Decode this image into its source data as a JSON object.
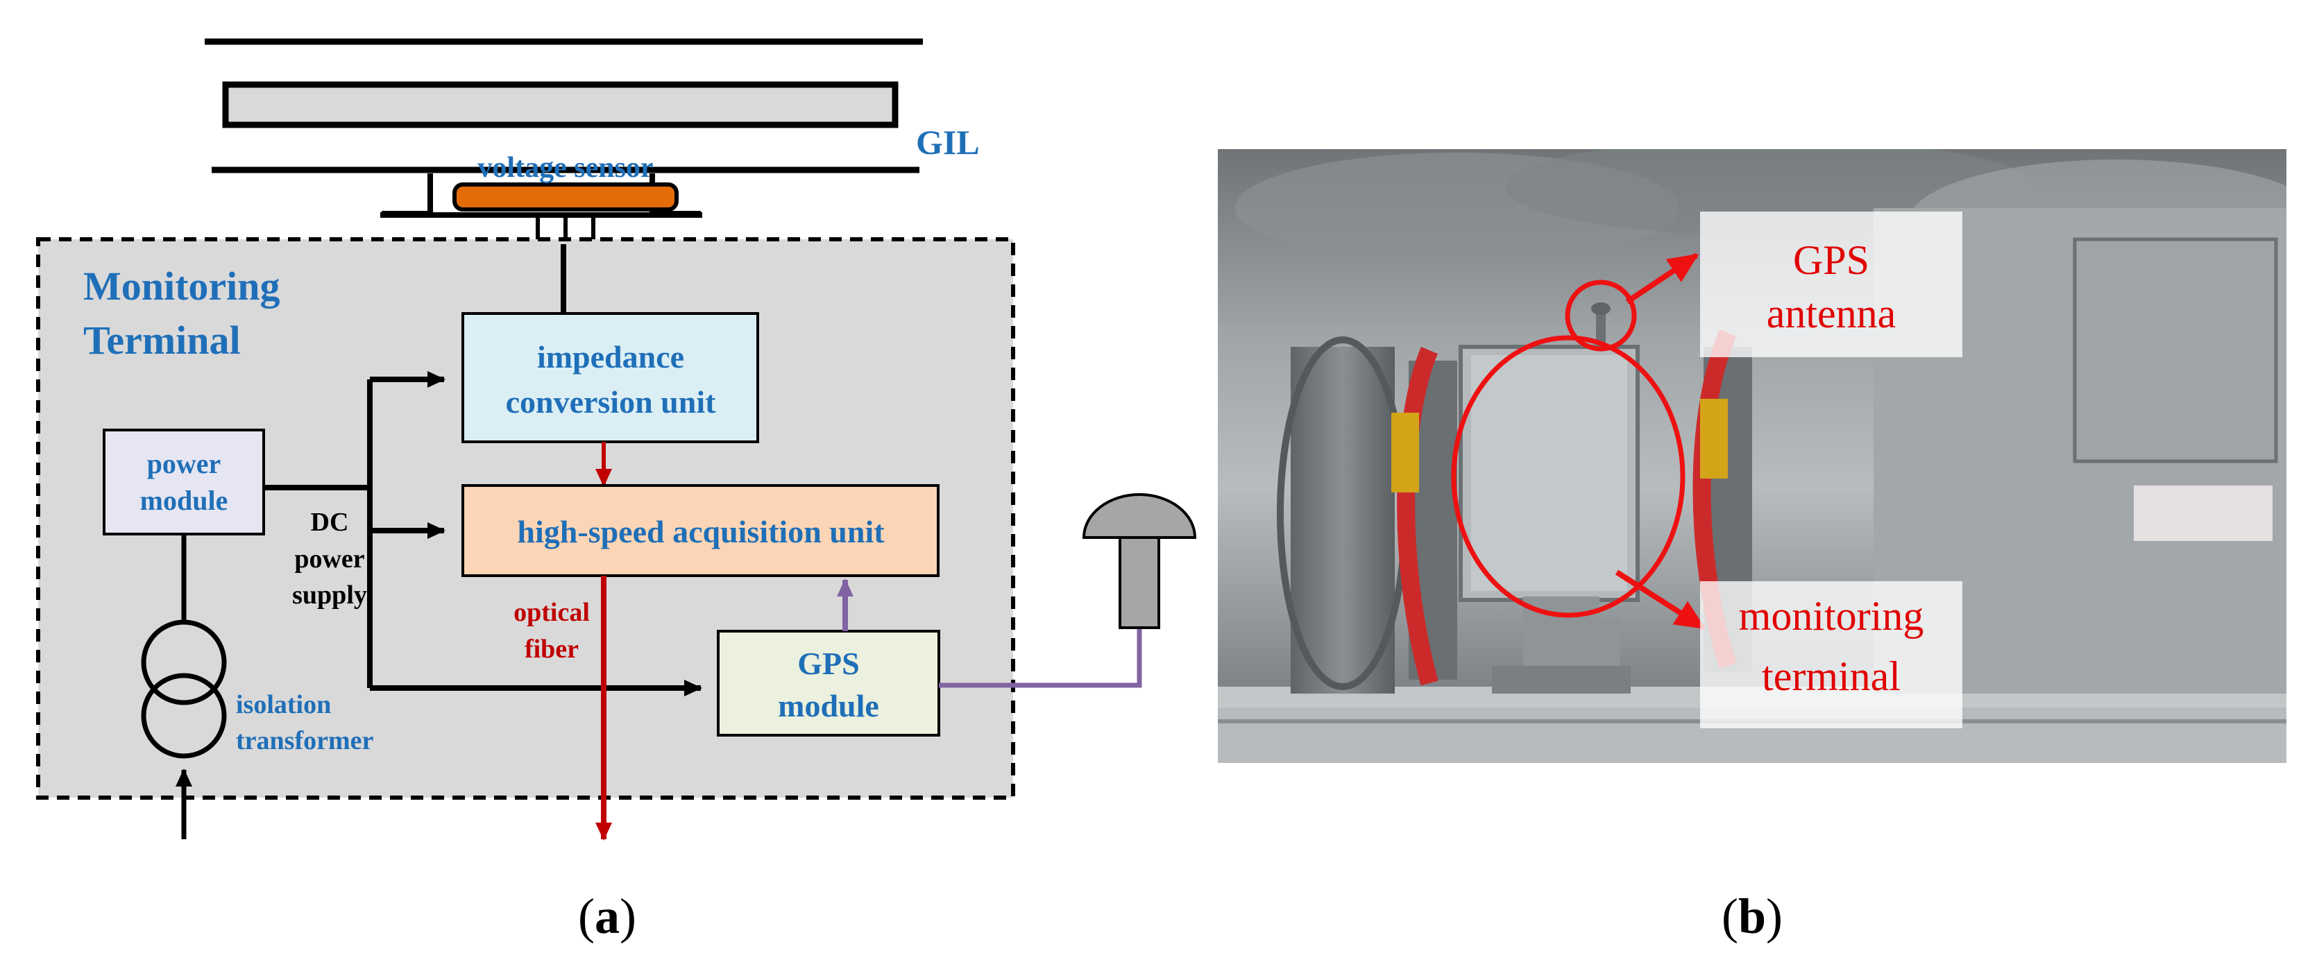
{
  "panel_a": {
    "gil_label": "GIL",
    "voltage_sensor_label": "voltage sensor",
    "terminal_title": [
      "Monitoring",
      "Terminal"
    ],
    "impedance_unit": [
      "impedance",
      "conversion unit"
    ],
    "acquisition_unit": "high-speed acquisition unit",
    "power_module": [
      "power",
      "module"
    ],
    "dc_supply": [
      "DC",
      "power",
      "supply"
    ],
    "optical_fiber": [
      "optical",
      "fiber"
    ],
    "gps_module": [
      "GPS",
      "module"
    ],
    "isolation_transformer": [
      "isolation",
      "transformer"
    ],
    "caption": "(a)"
  },
  "panel_b": {
    "gps_antenna_label": [
      "GPS",
      "antenna"
    ],
    "monitoring_terminal_label": [
      "monitoring",
      "terminal"
    ],
    "caption": "(b)"
  },
  "colors": {
    "terminal_fill": "#d9d9d9",
    "impedance_fill": "#dbeef4",
    "acquisition_fill": "#fbd5b5",
    "power_fill": "#e6e6f2",
    "gps_fill": "#ebf1de",
    "sensor_orange": "#e36c09",
    "fiber_red": "#c00000",
    "gps_purple": "#8064a2",
    "label_blue": "#1f6fb8",
    "callout_red": "#ee1111"
  }
}
